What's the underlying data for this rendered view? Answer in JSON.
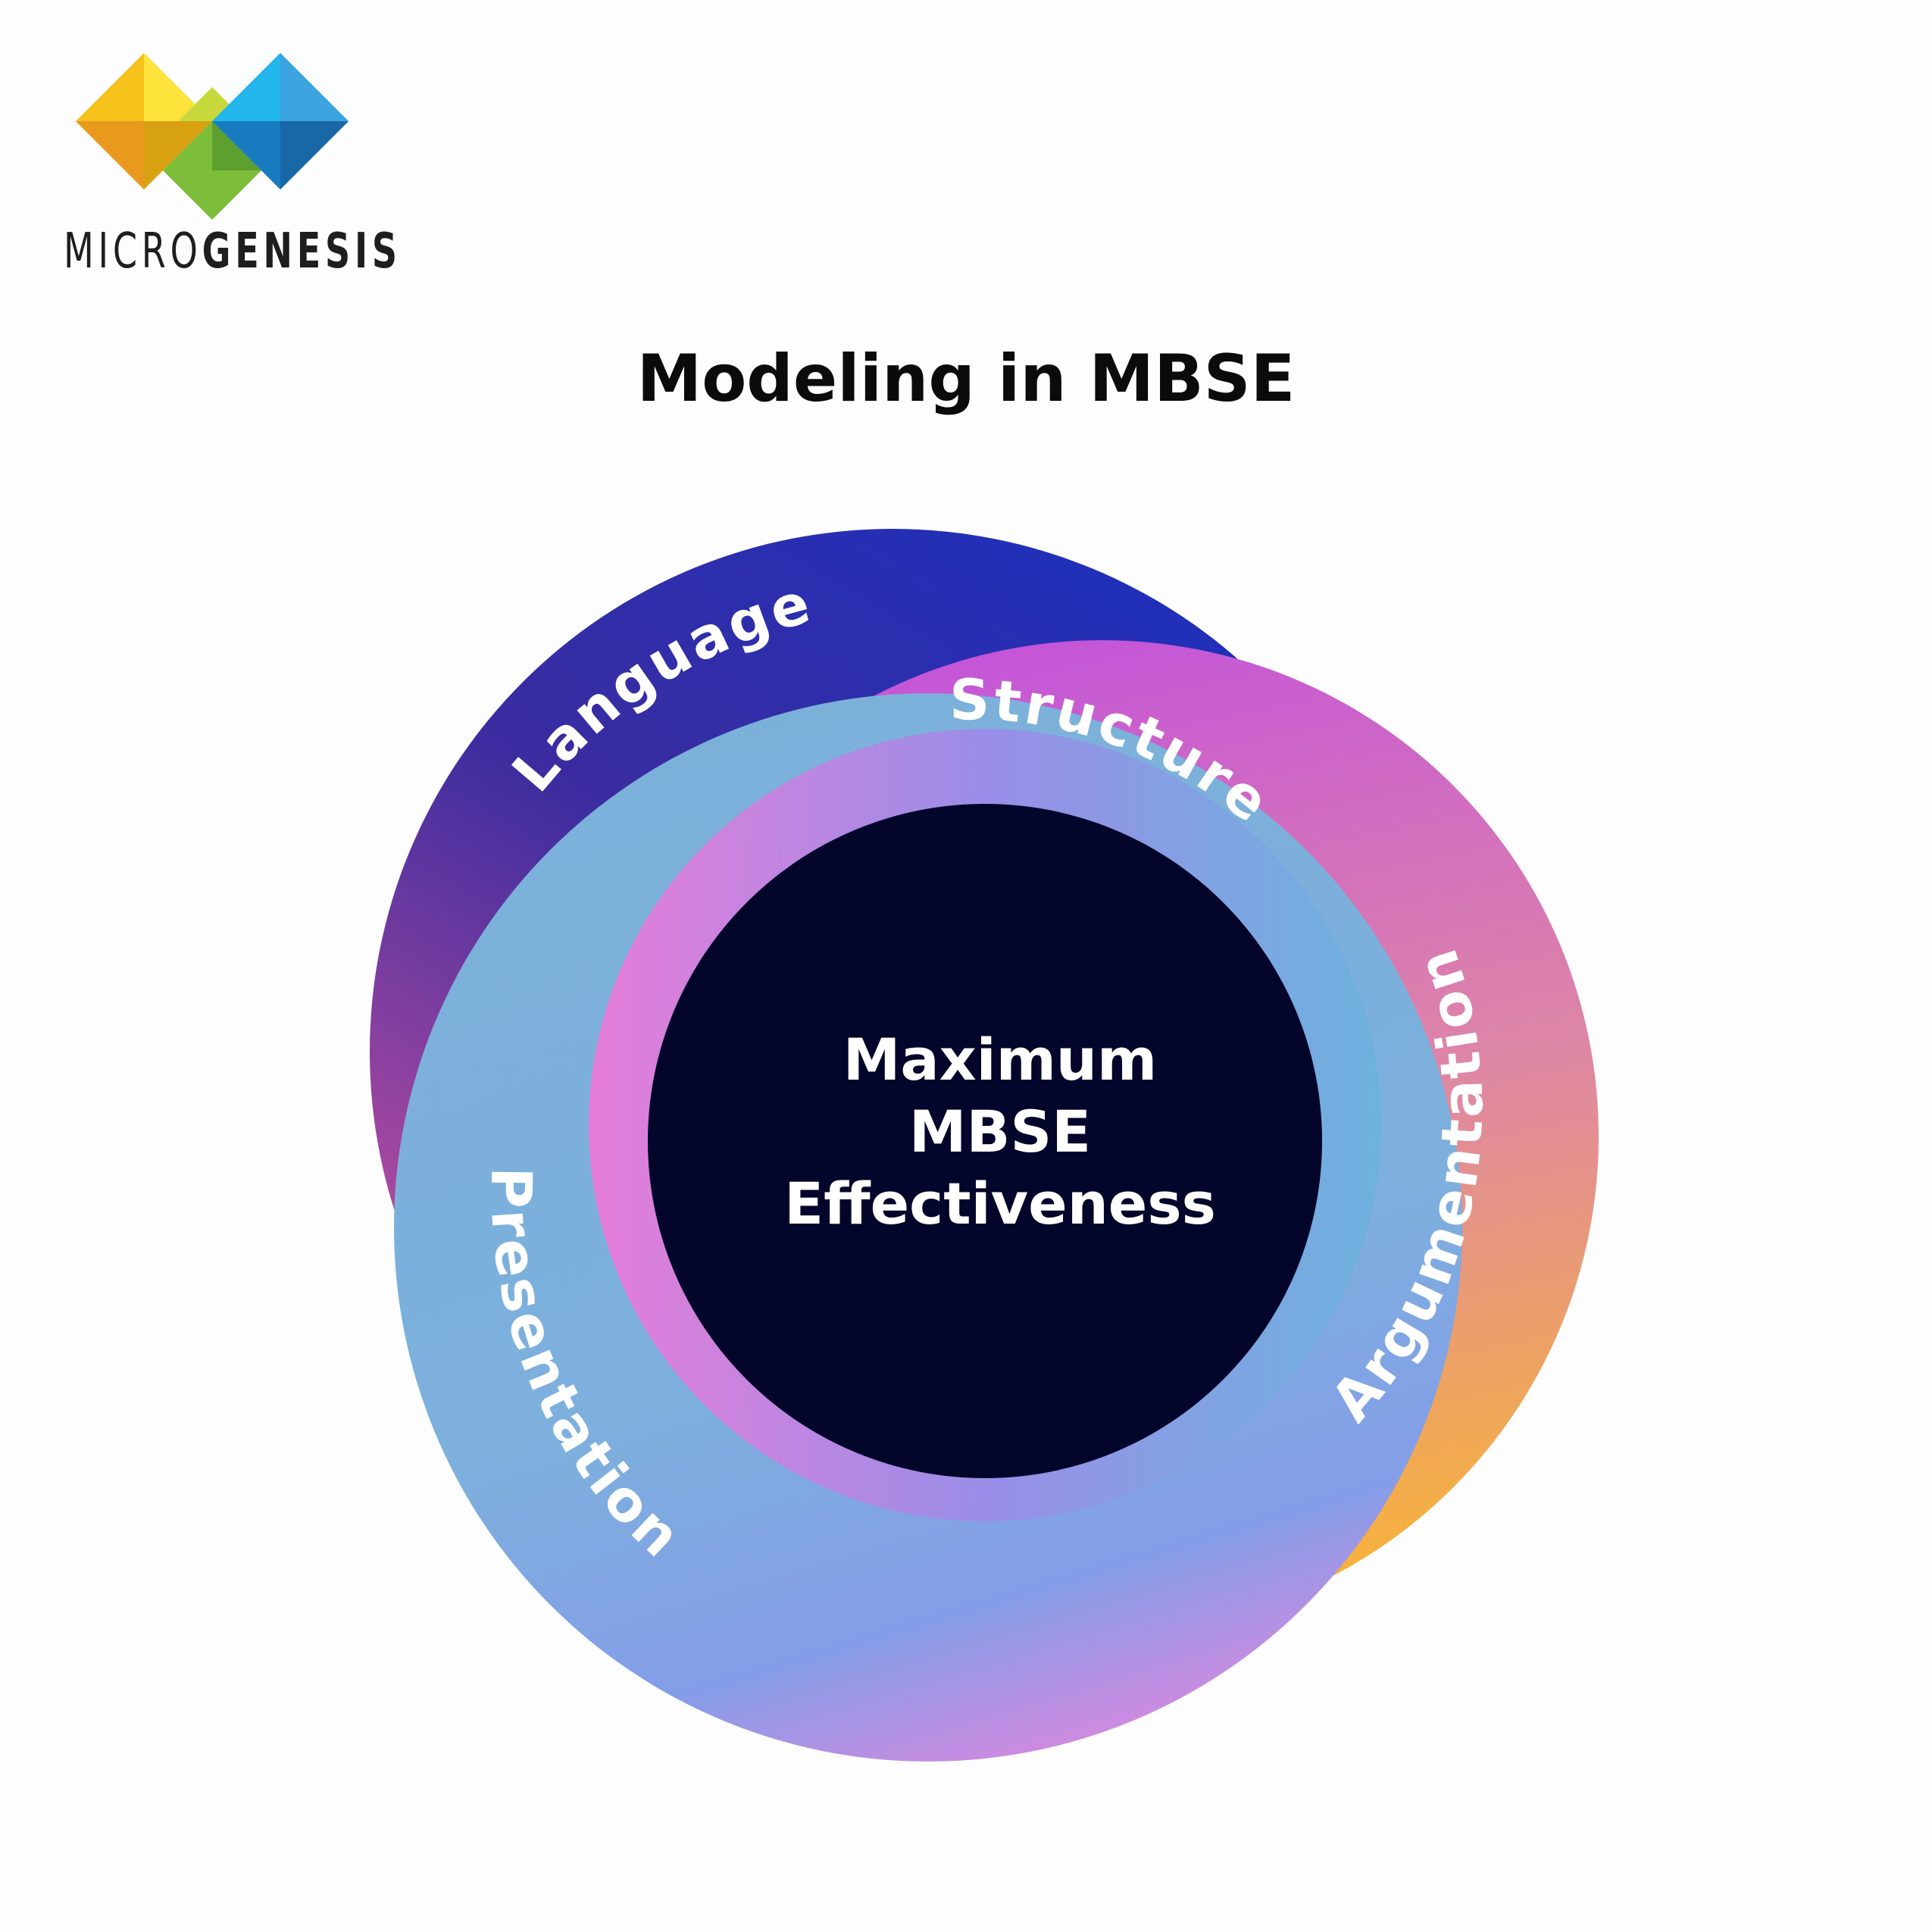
{
  "brand": {
    "name_light": "MICRO",
    "name_bold": "GENESIS"
  },
  "title": "Modeling in MBSE",
  "ring_labels": {
    "language": "Language",
    "structure": "Structure",
    "argumentation": "Argumentation",
    "presentation": "Presentation"
  },
  "center": {
    "line1": "Maximum",
    "line2": "MBSE",
    "line3": "Effectiveness"
  },
  "colors": {
    "language_gradient": [
      "#1c2fb8",
      "#3a2c9e",
      "#d957a8"
    ],
    "argumentation_gradient": [
      "#c656d8",
      "#d97fb0",
      "#f5b23a"
    ],
    "presentation_gradient": [
      "#79aedc",
      "#7fa6e0",
      "#c486e0"
    ],
    "structure_gradient": [
      "#e07adb",
      "#9b8ce6",
      "#6fb0e0"
    ],
    "center": "#03052a"
  }
}
